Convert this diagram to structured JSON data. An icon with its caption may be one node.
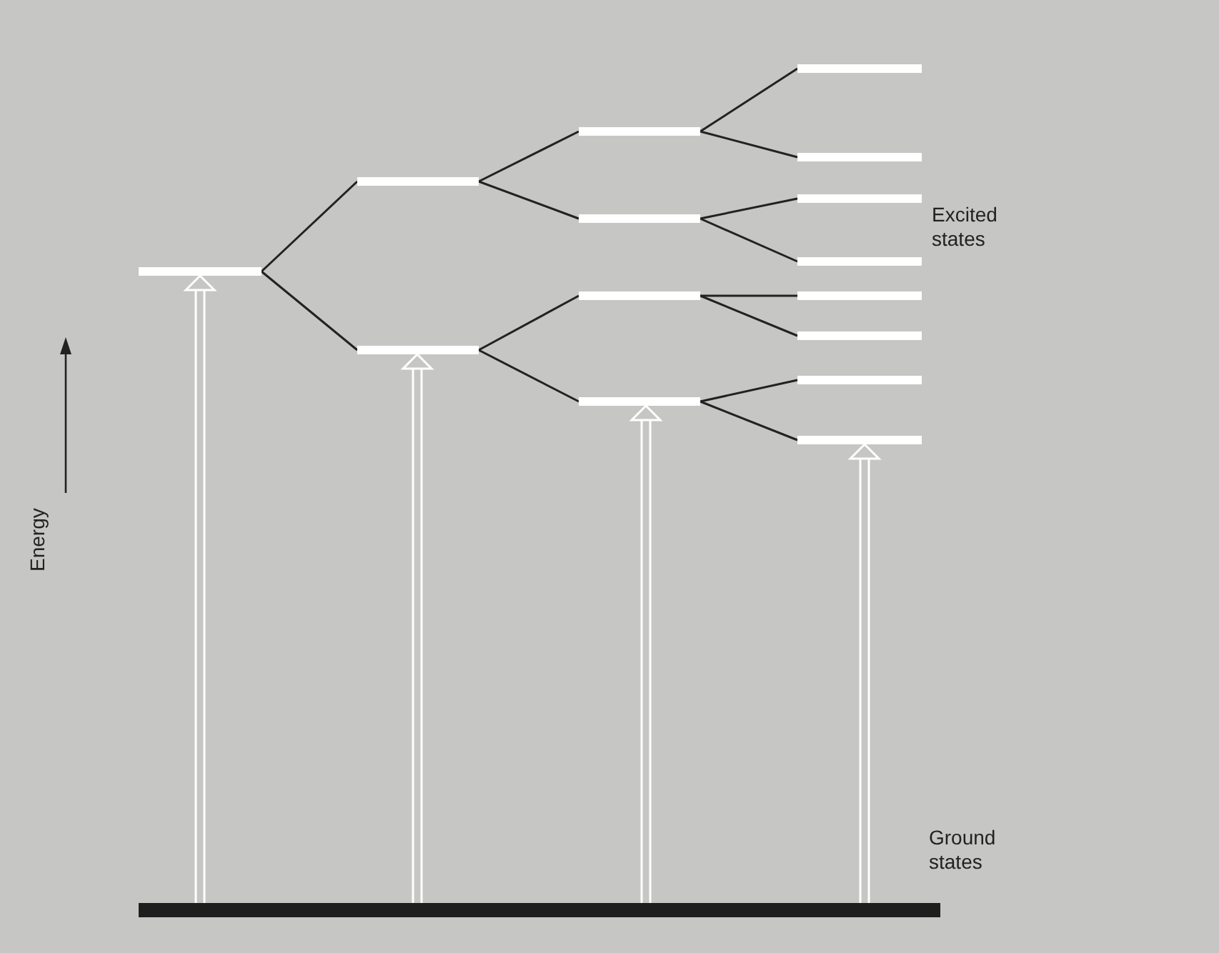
{
  "diagram": {
    "nodes": [
      {
        "text": [],
        "shape": "bar"
      },
      {
        "text": [],
        "shape": "bar"
      },
      {
        "text": [],
        "shape": "bar"
      },
      {
        "text": [],
        "shape": "bar"
      },
      {
        "text": [],
        "shape": "bar"
      },
      {
        "text": [],
        "shape": "bar"
      },
      {
        "text": [],
        "shape": "bar"
      },
      {
        "text": [],
        "shape": "bar"
      },
      {
        "text": [],
        "shape": "bar"
      },
      {
        "text": [],
        "shape": "bar"
      },
      {
        "text": [],
        "shape": "bar"
      },
      {
        "text": [],
        "shape": "bar"
      },
      {
        "text": [],
        "shape": "bar"
      },
      {
        "text": [],
        "shape": "bar"
      },
      {
        "text": [],
        "shape": "bar"
      },
      {
        "text": [],
        "shape": "bar"
      }
    ],
    "edges": [
      {
        "from": 0,
        "to": 1,
        "arrow": "none"
      },
      {
        "from": 0,
        "to": 2,
        "arrow": "none"
      },
      {
        "from": 1,
        "to": 3,
        "arrow": "none"
      },
      {
        "from": 1,
        "to": 4,
        "arrow": "none"
      },
      {
        "from": 2,
        "to": 5,
        "arrow": "none"
      },
      {
        "from": 2,
        "to": 6,
        "arrow": "none"
      },
      {
        "from": 3,
        "to": 7,
        "arrow": "none"
      },
      {
        "from": 3,
        "to": 8,
        "arrow": "none"
      },
      {
        "from": 4,
        "to": 9,
        "arrow": "none"
      },
      {
        "from": 4,
        "to": 10,
        "arrow": "none"
      },
      {
        "from": 5,
        "to": 11,
        "arrow": "none"
      },
      {
        "from": 5,
        "to": 12,
        "arrow": "none"
      },
      {
        "from": 6,
        "to": 13,
        "arrow": "none"
      },
      {
        "from": 6,
        "to": 14,
        "arrow": "none"
      },
      {
        "from": 15,
        "to": 0,
        "arrow": "to",
        "color": "#ffffff"
      },
      {
        "from": 15,
        "to": 2,
        "arrow": "to",
        "color": "#ffffff"
      },
      {
        "from": 15,
        "to": 6,
        "arrow": "to",
        "color": "#ffffff"
      },
      {
        "from": 15,
        "to": 14,
        "arrow": "to",
        "color": "#ffffff"
      }
    ],
    "labels": [
      "Excited states",
      "Energy",
      "Ground states"
    ]
  }
}
